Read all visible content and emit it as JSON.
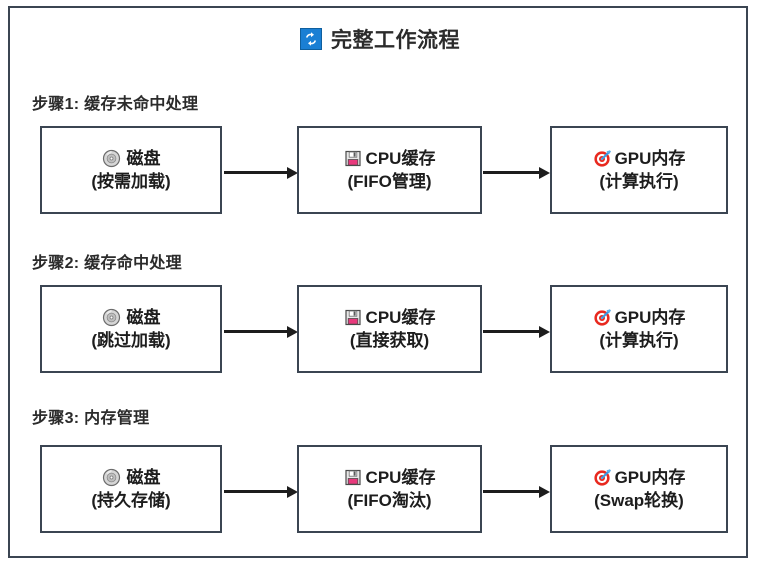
{
  "header": {
    "icon": "sync-icon",
    "title": "完整工作流程"
  },
  "colors": {
    "frame_border": "#3b4552",
    "node_border": "#3b4552",
    "accent_blue": "#1a7fd4",
    "text": "#1d1d1d",
    "arrow": "#1d1d1d",
    "floppy_label": "#e8397c",
    "target_red": "#e8291f"
  },
  "steps": [
    {
      "label": "步骤1: 缓存未命中处理",
      "nodes": [
        {
          "icon": "optical-disk-icon",
          "title": "磁盘",
          "subtitle": "(按需加载)"
        },
        {
          "icon": "floppy-disk-icon",
          "title": "CPU缓存",
          "subtitle": "(FIFO管理)"
        },
        {
          "icon": "dart-target-icon",
          "title": "GPU内存",
          "subtitle": "(计算执行)"
        }
      ]
    },
    {
      "label": "步骤2: 缓存命中处理",
      "nodes": [
        {
          "icon": "optical-disk-icon",
          "title": "磁盘",
          "subtitle": "(跳过加载)"
        },
        {
          "icon": "floppy-disk-icon",
          "title": "CPU缓存",
          "subtitle": "(直接获取)"
        },
        {
          "icon": "dart-target-icon",
          "title": "GPU内存",
          "subtitle": "(计算执行)"
        }
      ]
    },
    {
      "label": "步骤3: 内存管理",
      "nodes": [
        {
          "icon": "optical-disk-icon",
          "title": "磁盘",
          "subtitle": "(持久存储)"
        },
        {
          "icon": "floppy-disk-icon",
          "title": "CPU缓存",
          "subtitle": "(FIFO淘汰)"
        },
        {
          "icon": "dart-target-icon",
          "title": "GPU内存",
          "subtitle": "(Swap轮换)"
        }
      ]
    }
  ]
}
